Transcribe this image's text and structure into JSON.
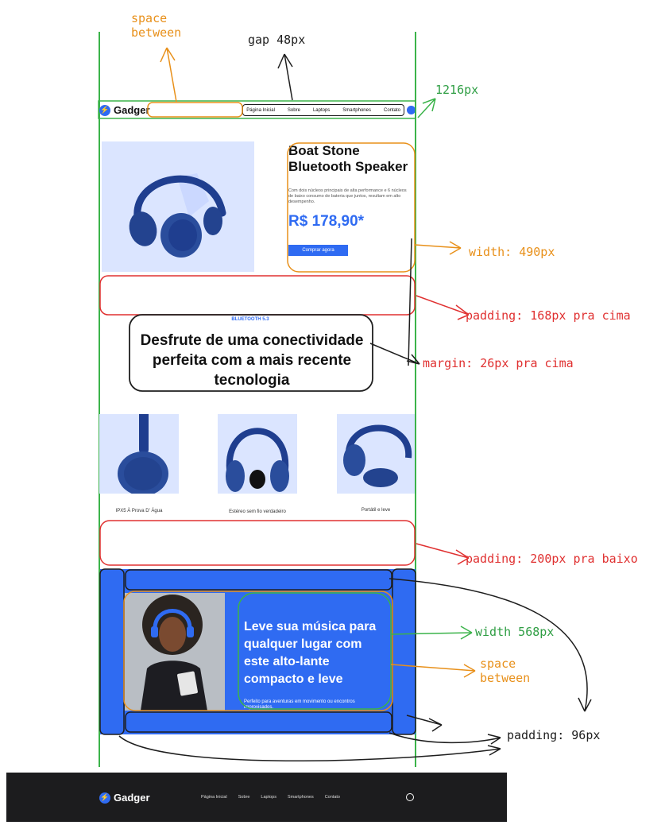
{
  "annotations": {
    "space_between_top": "space\nbetween",
    "gap": "gap 48px",
    "width_total": "1216px",
    "width_hero": "width: 490px",
    "padding_top": "padding: 168px pra cima",
    "margin_top": "margin: 26px pra cima",
    "padding_bottom": "padding: 200px pra baixo",
    "width_promo": "width 568px",
    "space_between_promo": "space\nbetween",
    "padding_promo": "padding: 96px"
  },
  "header": {
    "logo_text": "Gadger",
    "nav": [
      "Página Inicial",
      "Sobre",
      "Laptops",
      "Smartphones",
      "Contato"
    ]
  },
  "hero": {
    "title": "Boat Stone Bluetooth Speaker",
    "description": "Com dois núcleos principais de alta performance e 6 núcleos de baixo consumo de bateria que juntos, resultam em alto desempenho.",
    "price": "R$ 178,90*",
    "button": "Comprar agora"
  },
  "feature": {
    "eyebrow": "BLUETOOTH 5.3",
    "title": "Desfrute de uma conectividade perfeita com a mais recente tecnologia",
    "cards": [
      {
        "label": "IPX5 À Prova D' Água"
      },
      {
        "label": "Estéreo sem fio verdadeiro"
      },
      {
        "label": "Portátil e leve"
      }
    ]
  },
  "promo": {
    "title": "Leve sua música para qualquer lugar com este alto-lante compacto e leve",
    "subtitle": "Perfeito para aventuras em movimento ou encontros improvisados."
  },
  "footer": {
    "logo_text": "Gadger",
    "nav": [
      "Página Inicial",
      "Sobre",
      "Laptops",
      "Smartphones",
      "Contato"
    ],
    "social_icon": "whatsapp-icon"
  },
  "colors": {
    "brand_blue": "#2f6bf2",
    "light_blue": "#dbe5ff",
    "footer_bg": "#1c1c1e",
    "annotation_orange": "#e8901a",
    "annotation_red": "#e03131",
    "annotation_green": "#2f9e44"
  }
}
